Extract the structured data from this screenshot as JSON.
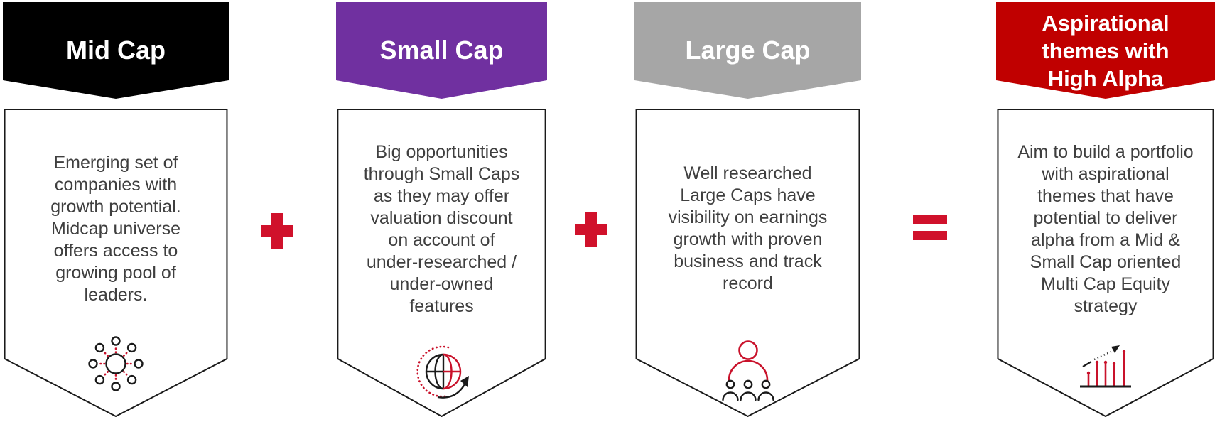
{
  "colors": {
    "mid_cap_banner": "#000000",
    "small_cap_banner": "#7030A0",
    "large_cap_banner": "#A6A6A6",
    "aspirational_banner": "#C00000",
    "banner_text": "#FFFFFF",
    "body_text": "#3F3F3F",
    "box_border": "#1A1A1A",
    "operator_red": "#D0112B",
    "icon_red": "#C9122B",
    "icon_dark": "#1A1A1A"
  },
  "columns": [
    {
      "title": "Mid Cap",
      "banner_color": "#000000",
      "description": "Emerging set of\ncompanies with\ngrowth potential.\nMidcap universe\noffers access to\ngrowing pool of\nleaders.",
      "icon": "network-nodes-icon"
    },
    {
      "title": "Small Cap",
      "banner_color": "#7030A0",
      "description": "Big opportunities\nthrough Small Caps\nas they may offer\nvaluation discount\non account of\nunder-researched /\nunder-owned\nfeatures",
      "icon": "globe-rotation-icon"
    },
    {
      "title": "Large Cap",
      "banner_color": "#A6A6A6",
      "description": "Well researched\nLarge Caps have\nvisibility on earnings\ngrowth with proven\nbusiness and track\nrecord",
      "icon": "team-leader-icon"
    },
    {
      "title": "Aspirational\nthemes with\nHigh Alpha",
      "banner_color": "#C00000",
      "description": "Aim to build a portfolio\nwith aspirational\nthemes that have\npotential to deliver\nalpha from a Mid &\nSmall Cap oriented\nMulti Cap Equity\nstrategy",
      "icon": "growth-bar-chart-icon"
    }
  ],
  "operators": [
    {
      "symbol": "+"
    },
    {
      "symbol": "+"
    },
    {
      "symbol": "="
    }
  ]
}
